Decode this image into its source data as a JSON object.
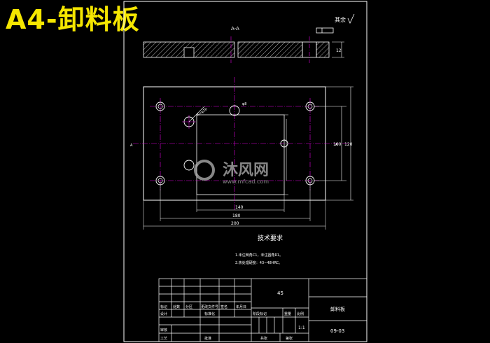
{
  "title": "A4-卸料板",
  "colors": {
    "background": "#000000",
    "title": "#f5e600",
    "lines": "#ffffff",
    "centerlines": "#e000e0",
    "watermark": "#b4b4b4"
  },
  "drawing": {
    "section_label": "A-A",
    "roughness_note": "其余",
    "section_mark": "A",
    "dims": {
      "thickness": "12",
      "width_inner": "140",
      "width_mid": "180",
      "width_outer": "200",
      "height_inner": "100",
      "height_outer": "120",
      "hole_small": "φ8",
      "hole_big": "4×φ10"
    }
  },
  "tech_req": {
    "heading": "技术要求",
    "items": [
      "1.未注倒角C1，未注圆角R1。",
      "2.热处理硬度：43~48HRC。"
    ]
  },
  "title_block": {
    "material": "45",
    "part_name": "卸料板",
    "drawing_no": "09-03",
    "scale": "1:1",
    "headers": [
      "标记",
      "处数",
      "分区",
      "更改文件号",
      "签名",
      "年月日"
    ],
    "stage_headers": [
      "阶段标记",
      "重量",
      "比例"
    ],
    "design_label": "设计",
    "std_label": "标准化",
    "review_label": "审核",
    "process_label": "工艺",
    "approve_label": "批准",
    "sheet_label": "共张",
    "sheet_of_label": "第张"
  },
  "watermark": {
    "brand": "沐风网",
    "url": "www.mfcad.com"
  }
}
